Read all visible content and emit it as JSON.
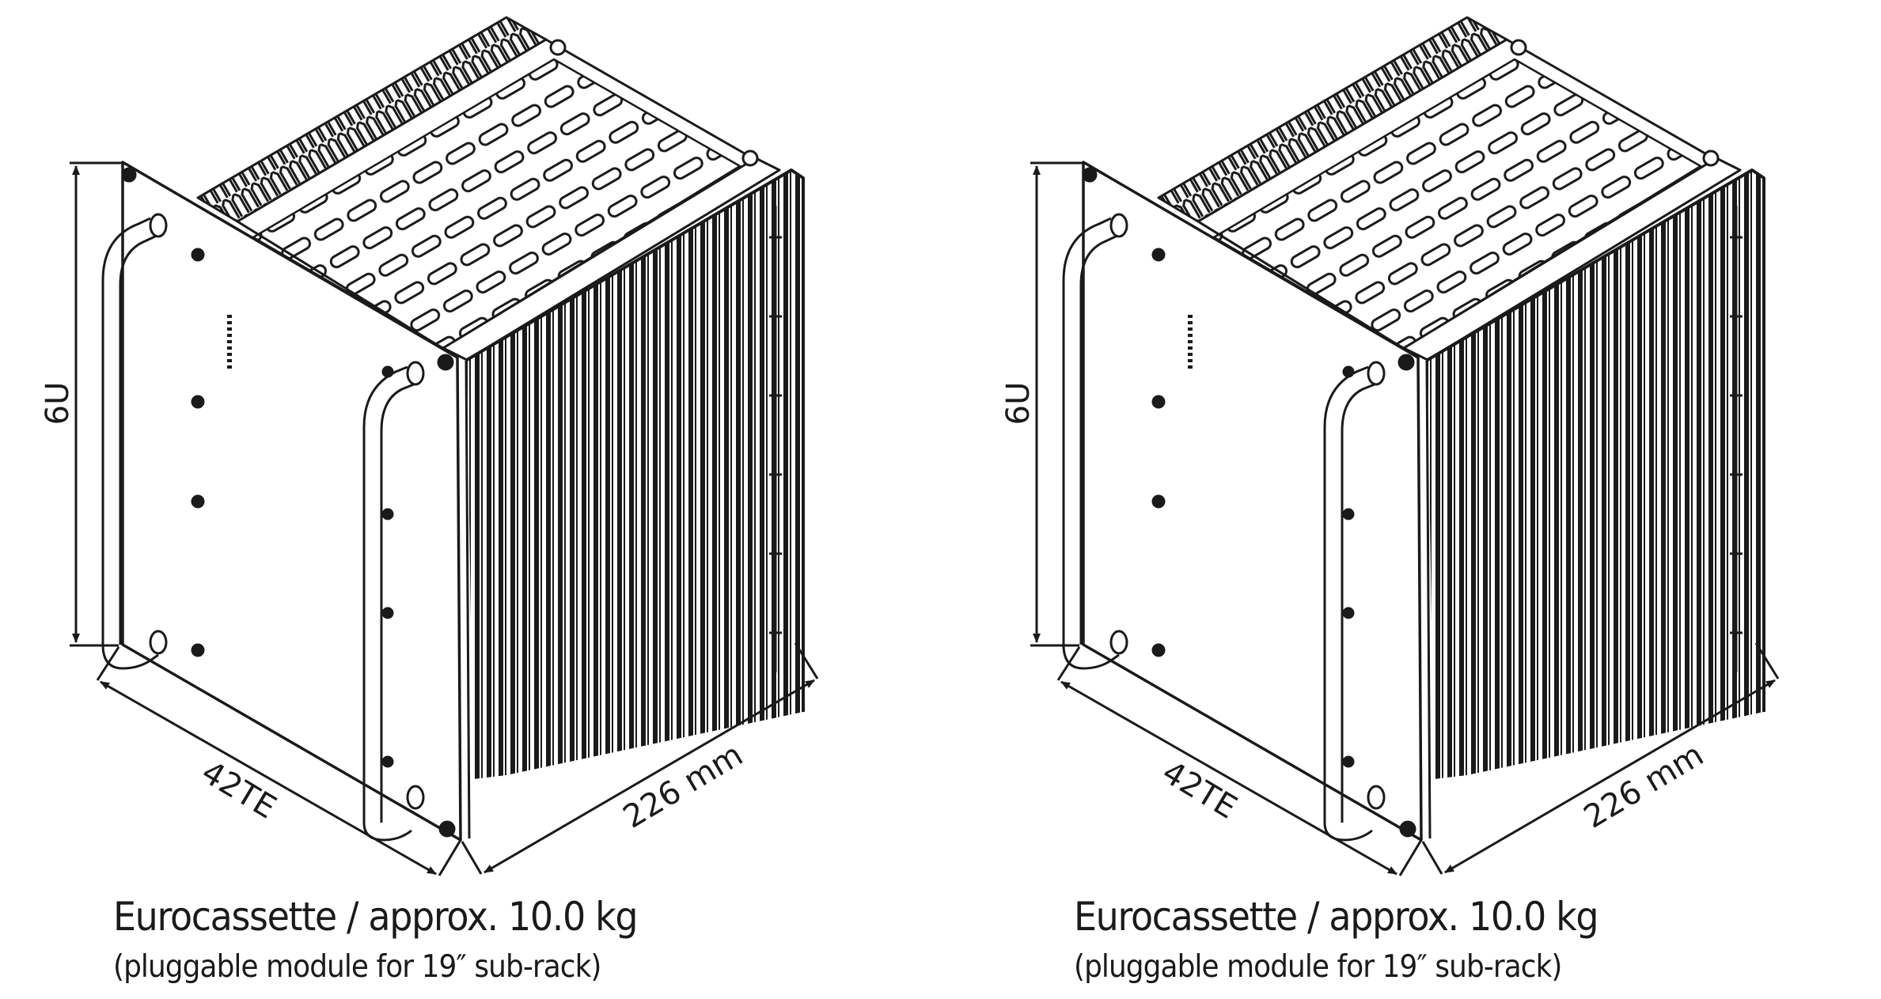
{
  "figures": [
    {
      "product": "Eurocassette",
      "dimensions": {
        "height_label": "6U",
        "width_label": "42TE",
        "depth_label": "226 mm"
      },
      "caption": {
        "line1": "Eurocassette / approx. 10.0 kg",
        "line2": "(pluggable module for 19″ sub-rack)"
      }
    },
    {
      "product": "Eurocassette",
      "dimensions": {
        "height_label": "6U",
        "width_label": "42TE",
        "depth_label": "226 mm"
      },
      "caption": {
        "line1": "Eurocassette / approx. 10.0 kg",
        "line2": "(pluggable module for 19″ sub-rack)"
      }
    }
  ],
  "colors": {
    "line": "#1a1a1a",
    "background": "#ffffff"
  }
}
